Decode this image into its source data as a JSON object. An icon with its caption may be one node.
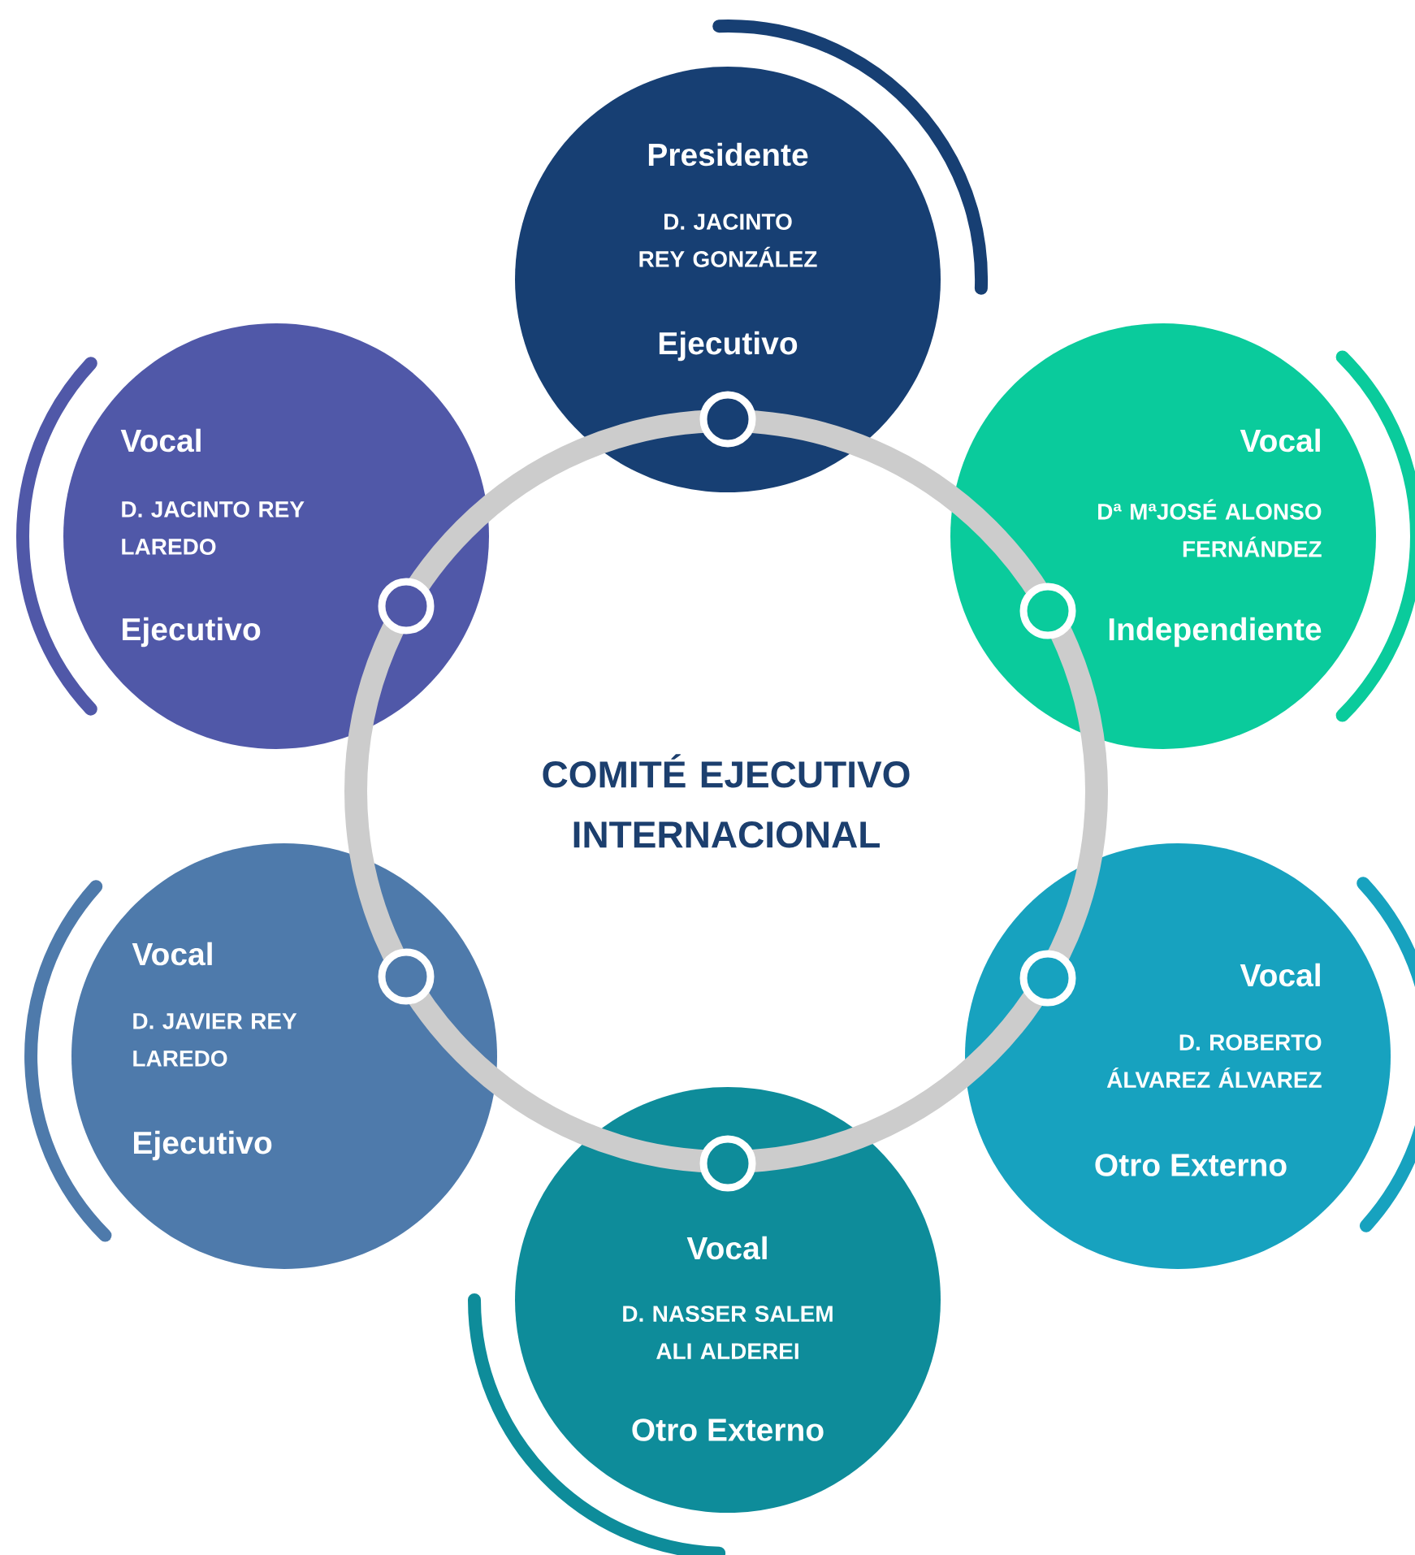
{
  "diagram": {
    "nodes": [
      {
        "text": [
          "Presidente",
          "D. JACINTO REY GONZÁLEZ",
          "Ejecutivo"
        ]
      },
      {
        "text": [
          "Vocal",
          "D. JACINTO REY LAREDO",
          "Ejecutivo"
        ]
      },
      {
        "text": [
          "Vocal",
          "Dª MªJOSÉ ALONSO FERNÁNDEZ",
          "Independiente"
        ]
      },
      {
        "text": [
          "COMITÉ EJECUTIVO INTERNACIONAL"
        ]
      },
      {
        "text": [
          "Vocal",
          "D. JAVIER REY LAREDO",
          "Ejecutivo"
        ]
      },
      {
        "text": [
          "Vocal",
          "D. ROBERTO ÁLVAREZ ÁLVAREZ",
          "Otro Externo"
        ]
      },
      {
        "text": [
          "Vocal",
          "D. NASSER SALEM ALI ALDEREI",
          "Otro Externo"
        ]
      }
    ]
  }
}
